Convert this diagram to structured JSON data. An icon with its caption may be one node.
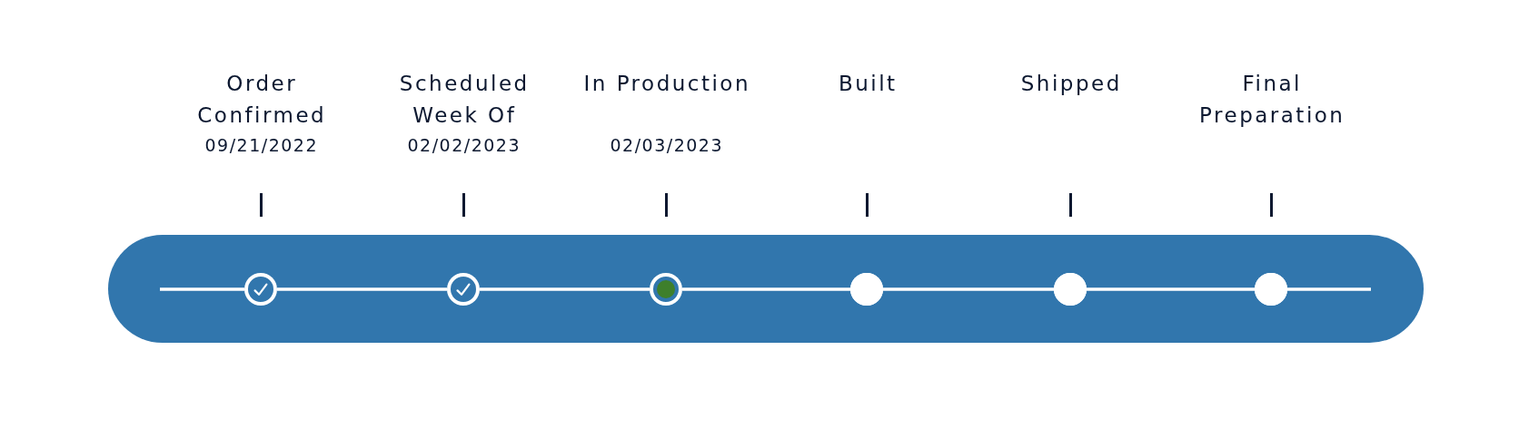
{
  "diagram": {
    "nodes": [
      {
        "text": [],
        "shape": "bar"
      },
      {
        "text": [],
        "shape": "circle",
        "in": 0
      },
      {
        "text": [],
        "shape": "circle",
        "in": 0
      },
      {
        "text": [],
        "shape": "circle",
        "in": 0
      },
      {
        "text": [],
        "shape": "circle",
        "in": 0
      },
      {
        "text": [],
        "shape": "circle",
        "in": 0
      },
      {
        "text": [],
        "shape": "circle",
        "in": 0
      }
    ],
    "edges": [
      {
        "from": null,
        "to": 1,
        "arrow": "none"
      },
      {
        "from": 1,
        "to": 2,
        "arrow": "none"
      },
      {
        "from": 2,
        "to": 3,
        "arrow": "none"
      },
      {
        "from": 3,
        "to": 4,
        "arrow": "none"
      },
      {
        "from": 4,
        "to": 5,
        "arrow": "none"
      },
      {
        "from": 5,
        "to": 6,
        "arrow": "none"
      },
      {
        "from": 6,
        "to": null,
        "arrow": "none"
      }
    ],
    "labels": [
      "Order Confirmed",
      "09/21/2022",
      "Scheduled Week Of",
      "02/02/2023",
      "In Production",
      "02/03/2023",
      "Built",
      "Shipped",
      "Final Preparation"
    ]
  }
}
